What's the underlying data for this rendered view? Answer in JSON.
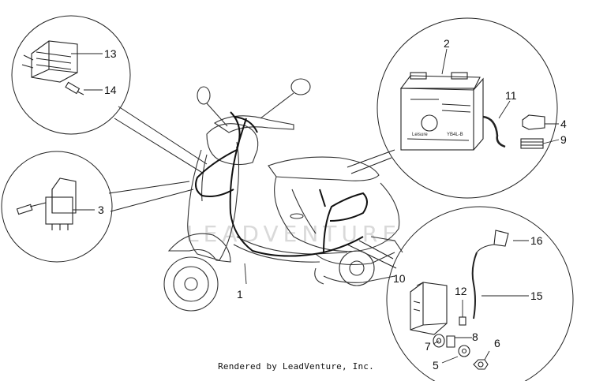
{
  "watermark_text": "LEADVENTURE",
  "footer": "Rendered by LeadVenture, Inc.",
  "battery_label": {
    "brand": "Leisure",
    "model": "YB4L-B"
  },
  "callouts": [
    "1",
    "2",
    "3",
    "4",
    "5",
    "6",
    "7",
    "8",
    "9",
    "10",
    "11",
    "12",
    "13",
    "14",
    "15",
    "16"
  ],
  "colors": {
    "line": "#222222",
    "background": "#ffffff",
    "watermark": "#d9d9d9"
  }
}
